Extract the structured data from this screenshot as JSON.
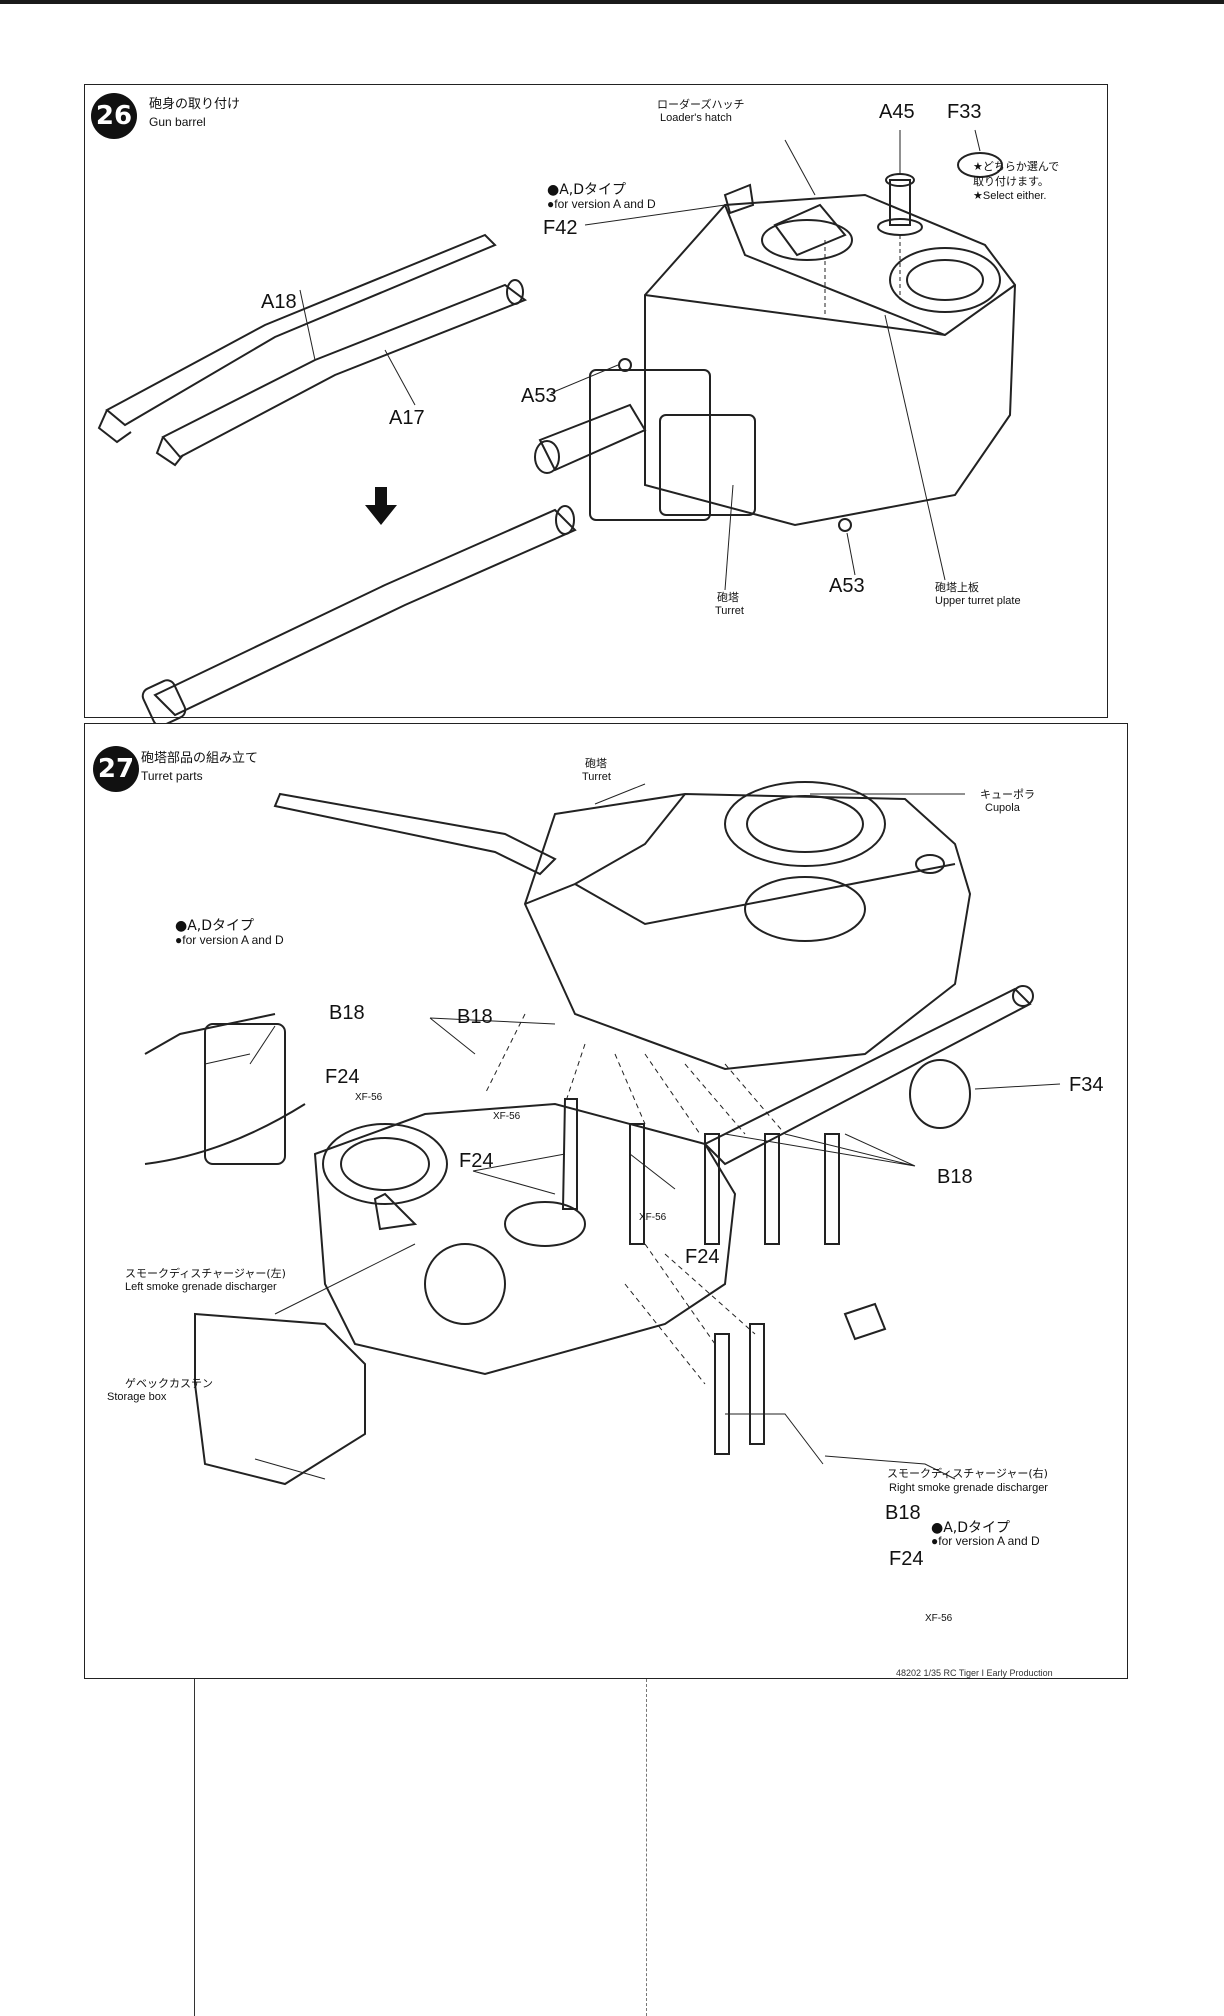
{
  "step26": {
    "number": "26",
    "title_jp": "砲身の取り付け",
    "title_en": "Gun barrel",
    "loaders_hatch_jp": "ローダーズハッチ",
    "loaders_hatch_en": "Loader's hatch",
    "version_note_jp": "●A,Dタイプ",
    "version_note_en": "●for version A and D",
    "select_note_jp1": "★どちらか選んで",
    "select_note_jp2": "取り付けます。",
    "select_note_en": "★Select either.",
    "turret_jp": "砲塔",
    "turret_en": "Turret",
    "upper_plate_jp": "砲塔上板",
    "upper_plate_en": "Upper turret plate",
    "parts": {
      "a18": "A18",
      "a17": "A17",
      "a53_left": "A53",
      "a53_right": "A53",
      "a45": "A45",
      "f33": "F33",
      "f42": "F42"
    }
  },
  "step27": {
    "number": "27",
    "title_jp": "砲塔部品の組み立て",
    "title_en": "Turret parts",
    "turret_jp": "砲塔",
    "turret_en": "Turret",
    "cupola_jp": "キューポラ",
    "cupola_en": "Cupola",
    "version_note_jp": "●A,Dタイプ",
    "version_note_en": "●for version A and D",
    "left_smoke_jp": "スモークディスチャージャー(左)",
    "left_smoke_en": "Left smoke grenade discharger",
    "storage_jp": "ゲベックカステン",
    "storage_en": "Storage box",
    "right_smoke_jp": "スモークディスチャージャー(右)",
    "right_smoke_en": "Right smoke grenade discharger",
    "version_note2_jp": "●A,Dタイプ",
    "version_note2_en": "●for version A and D",
    "parts": {
      "b18_inset": "B18",
      "f24_inset": "F24",
      "xf56_inset": "XF-56",
      "b18_left": "B18",
      "xf56_left": "XF-56",
      "f24_left": "F24",
      "f34": "F34",
      "b18_right": "B18",
      "xf56_mid": "XF-56",
      "f24_mid": "F24",
      "b18_lower": "B18",
      "f24_lower": "F24",
      "xf56_lower": "XF-56"
    }
  },
  "footer": "48202 1/35 RC Tiger I Early Production"
}
